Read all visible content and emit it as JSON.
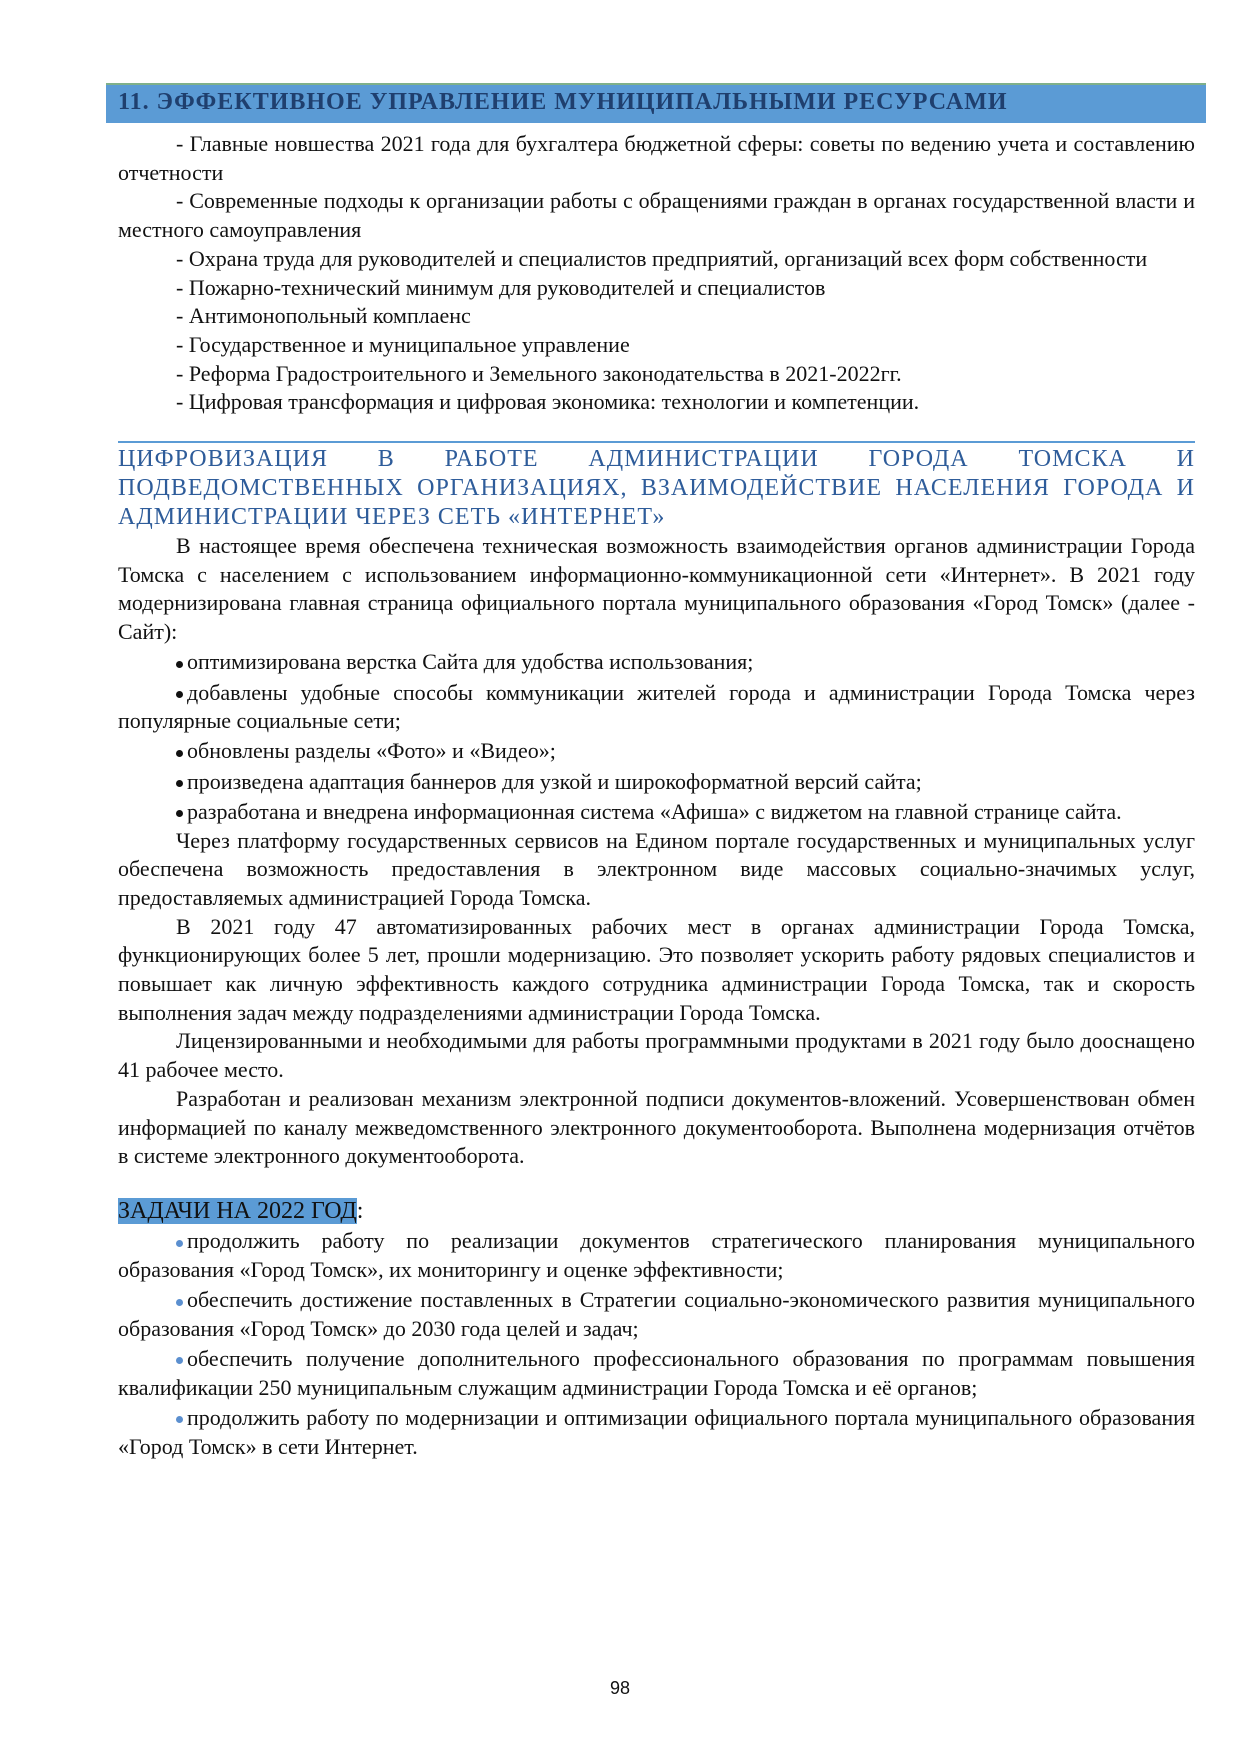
{
  "header": {
    "title": "11. ЭФФЕКТИВНОЕ УПРАВЛЕНИЕ МУНИЦИПАЛЬНЫМИ РЕСУРСАМИ"
  },
  "courses": [
    "- Главные новшества 2021 года для бухгалтера бюджетной сферы: советы по ведению учета и составлению отчетности",
    "- Современные подходы к организации работы с обращениями граждан в органах государственной власти и местного самоуправления",
    "- Охрана труда для руководителей и специалистов предприятий, организаций всех форм собственности",
    "- Пожарно-технический минимум для руководителей и специалистов",
    "- Антимонопольный комплаенс",
    "- Государственное и муниципальное управление",
    "- Реформа Градостроительного и Земельного законодательства в 2021-2022гг.",
    "- Цифровая трансформация и цифровая экономика: технологии и компетенции."
  ],
  "section2": {
    "title": "ЦИФРОВИЗАЦИЯ В РАБОТЕ АДМИНИСТРАЦИИ ГОРОДА ТОМСКА И ПОДВЕДОМСТВЕННЫХ ОРГАНИЗАЦИЯХ, ВЗАИМОДЕЙСТВИЕ НАСЕЛЕНИЯ ГОРОДА И АДМИНИСТРАЦИИ ЧЕРЕЗ СЕТЬ «ИНТЕРНЕТ»",
    "intro": "В настоящее время обеспечена техническая возможность взаимодействия органов администрации Города Томска с населением с использованием информационно-коммуникационной сети «Интернет». В 2021 году модернизирована главная страница официального портала муниципального образования «Город Томск» (далее - Сайт):",
    "bullets": [
      "оптимизирована верстка Сайта для удобства использования;",
      "добавлены удобные способы коммуникации жителей города и администрации Города Томска через популярные социальные сети;",
      "обновлены разделы «Фото» и «Видео»;",
      "произведена адаптация баннеров для узкой и широкоформатной версий сайта;",
      "разработана и внедрена информационная система «Афиша» с виджетом на главной странице сайта."
    ],
    "paragraphs": [
      "Через платформу государственных сервисов на Едином портале государственных и муниципальных услуг обеспечена возможность предоставления в электронном виде массовых социально-значимых услуг, предоставляемых администрацией Города Томска.",
      "В 2021 году 47 автоматизированных рабочих мест в органах администрации Города Томска, функционирующих более 5 лет, прошли модернизацию. Это позволяет ускорить работу рядовых специалистов и повышает как личную эффективность каждого сотрудника администрации Города Томска, так и скорость выполнения задач между подразделениями администрации Города Томска.",
      "Лицензированными и необходимыми для работы программными продуктами в 2021 году было дооснащено 41 рабочее место.",
      "Разработан и реализован механизм электронной подписи документов-вложений. Усовершенствован обмен информацией по каналу межведомственного электронного документооборота. Выполнена модернизация отчётов в системе электронного документооборота."
    ]
  },
  "tasks": {
    "title": "ЗАДАЧИ НА 2022 ГОД",
    "colon": ":",
    "items": [
      "продолжить работу по реализации документов стратегического планирования муниципального образования «Город Томск», их мониторингу и оценке эффективности;",
      "обеспечить достижение поставленных в Стратегии социально-экономического развития муниципального образования «Город Томск» до 2030 года целей и задач;",
      "обеспечить получение дополнительного профессионального образования по программам повышения квалификации 250 муниципальным служащим администрации Города Томска и её органов;",
      "продолжить работу по модернизации и оптимизации официального портала муниципального образования «Город Томск» в сети Интернет."
    ]
  },
  "page_number": "98"
}
